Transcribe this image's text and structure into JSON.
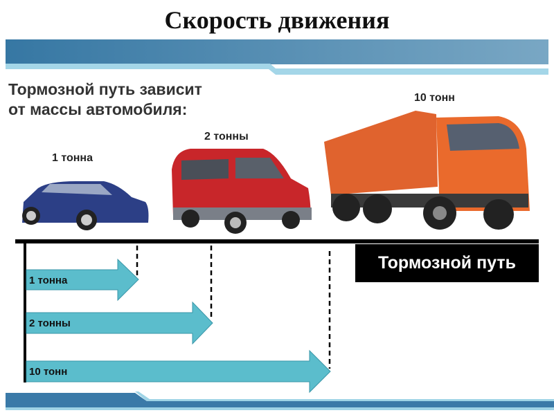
{
  "title": "Скорость движения",
  "subtitle_line1": "Тормозной путь зависит",
  "subtitle_line2": "от массы автомобиля:",
  "vehicles": [
    {
      "label": "1 тонна"
    },
    {
      "label": "2 тонны"
    },
    {
      "label": "10 тонн"
    }
  ],
  "braking_label": "Тормозной путь",
  "arrows": [
    {
      "label": "1 тонна"
    },
    {
      "label": "2 тонны"
    },
    {
      "label": "10 тонн"
    }
  ],
  "colors": {
    "arrow": "#5bbdcc",
    "band_dark": "#3a7aa8",
    "band_light": "#9fd4e6"
  }
}
